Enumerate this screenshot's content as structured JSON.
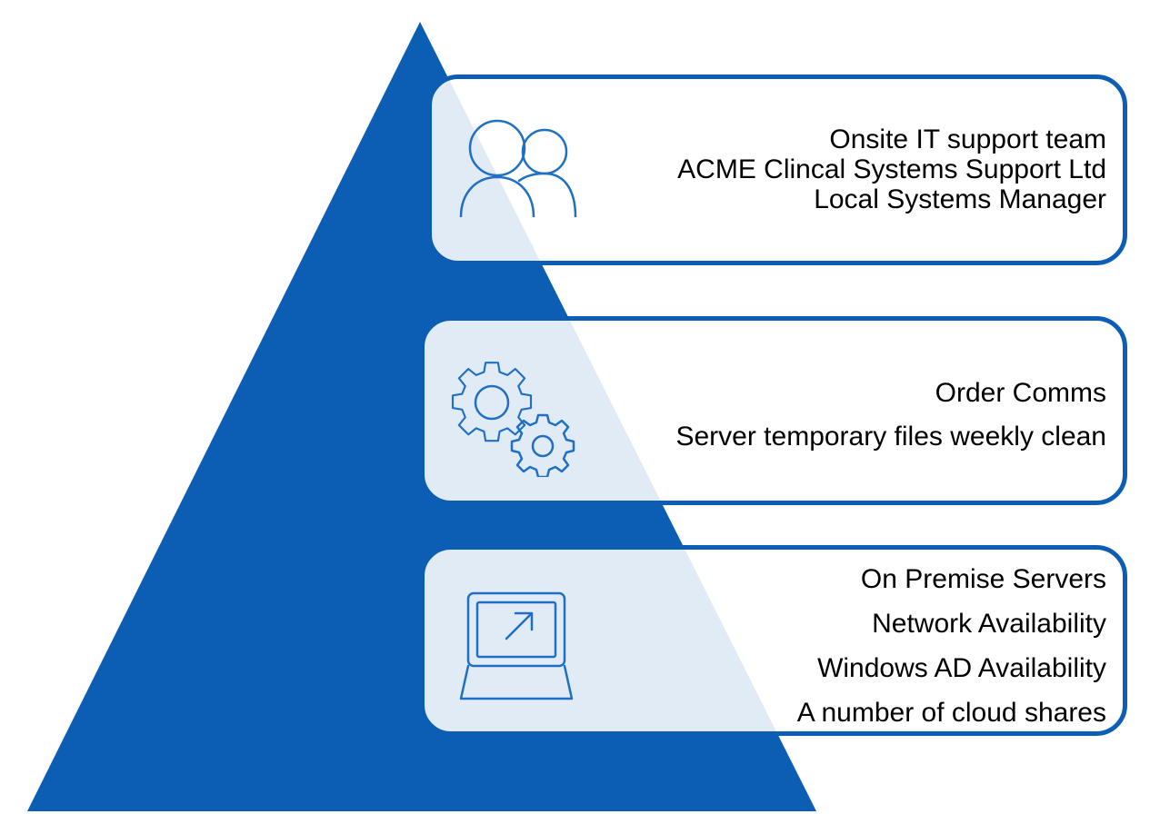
{
  "colors": {
    "pyramid": "#0c5eb5",
    "tier_border": "#0c5eb5",
    "icon_stroke": "#1f6fc5",
    "text": "#000000",
    "background": "#ffffff"
  },
  "tiers": [
    {
      "icon": "people-icon",
      "lines": [
        "Onsite IT support team",
        "ACME Clincal Systems Support Ltd",
        "Local Systems Manager"
      ]
    },
    {
      "icon": "gears-icon",
      "lines": [
        "Order Comms",
        "Server temporary files weekly clean"
      ]
    },
    {
      "icon": "computer-icon",
      "lines": [
        "On Premise Servers",
        "Network Availability",
        "Windows AD Availability",
        "A number of cloud shares"
      ]
    }
  ]
}
